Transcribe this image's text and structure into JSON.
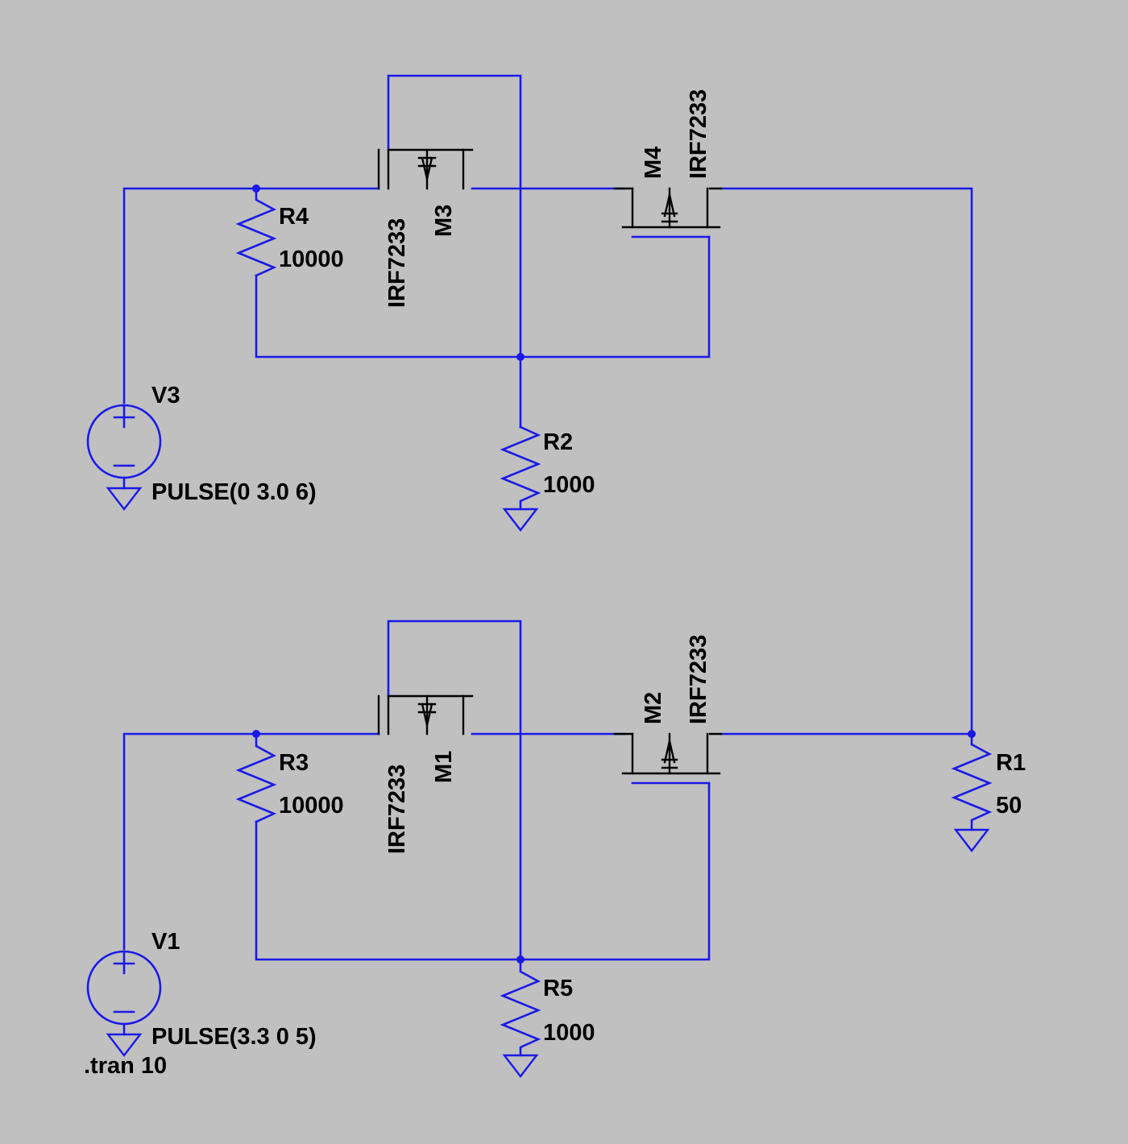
{
  "schematic": {
    "components": {
      "M3": {
        "name": "M3",
        "model": "IRF7233"
      },
      "M4": {
        "name": "M4",
        "model": "IRF7233"
      },
      "M1": {
        "name": "M1",
        "model": "IRF7233"
      },
      "M2": {
        "name": "M2",
        "model": "IRF7233"
      },
      "R4": {
        "name": "R4",
        "value": "10000"
      },
      "R3": {
        "name": "R3",
        "value": "10000"
      },
      "R2": {
        "name": "R2",
        "value": "1000"
      },
      "R5": {
        "name": "R5",
        "value": "1000"
      },
      "R1": {
        "name": "R1",
        "value": "50"
      },
      "V3": {
        "name": "V3",
        "value": "PULSE(0 3.0 6)"
      },
      "V1": {
        "name": "V1",
        "value": "PULSE(3.3 0 5)"
      }
    },
    "directive": ".tran 10",
    "colors": {
      "background": "#c0c0c0",
      "wire": "#1a1ae6",
      "symbol": "#000000"
    }
  }
}
